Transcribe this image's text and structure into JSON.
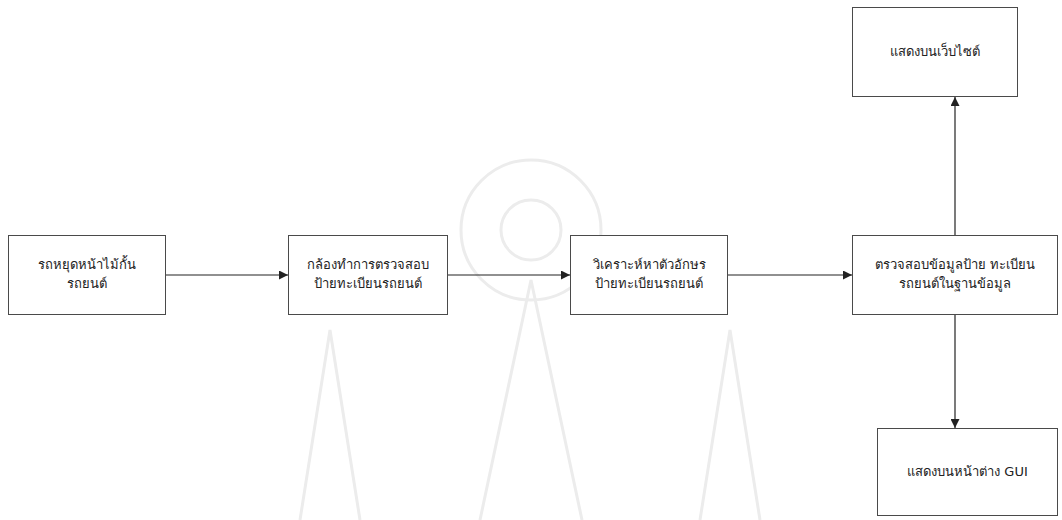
{
  "diagram": {
    "nodes": [
      {
        "text": [
          "รถหยุดหน้าไม้กั้น รถยนต์"
        ]
      },
      {
        "text": [
          "กล้องทำการตรวจสอบ ป้ายทะเบียนรถยนต์"
        ]
      },
      {
        "text": [
          "วิเคราะห์หาตัวอักษร ป้ายทะเบียนรถยนต์"
        ]
      },
      {
        "text": [
          "ตรวจสอบข้อมูลป้าย ทะเบียนรถยนต์ในฐานข้อมูล"
        ]
      },
      {
        "text": [
          "แสดงบนเว็บไซต์"
        ]
      },
      {
        "text": [
          "แสดงบนหน้าต่าง GUI"
        ]
      }
    ],
    "edges": [
      {
        "from": 0,
        "to": 1,
        "arrow": "to"
      },
      {
        "from": 1,
        "to": 2,
        "arrow": "to"
      },
      {
        "from": 2,
        "to": 3,
        "arrow": "to"
      },
      {
        "from": 3,
        "to": 4,
        "arrow": "to"
      },
      {
        "from": 3,
        "to": 5,
        "arrow": "to"
      }
    ]
  }
}
